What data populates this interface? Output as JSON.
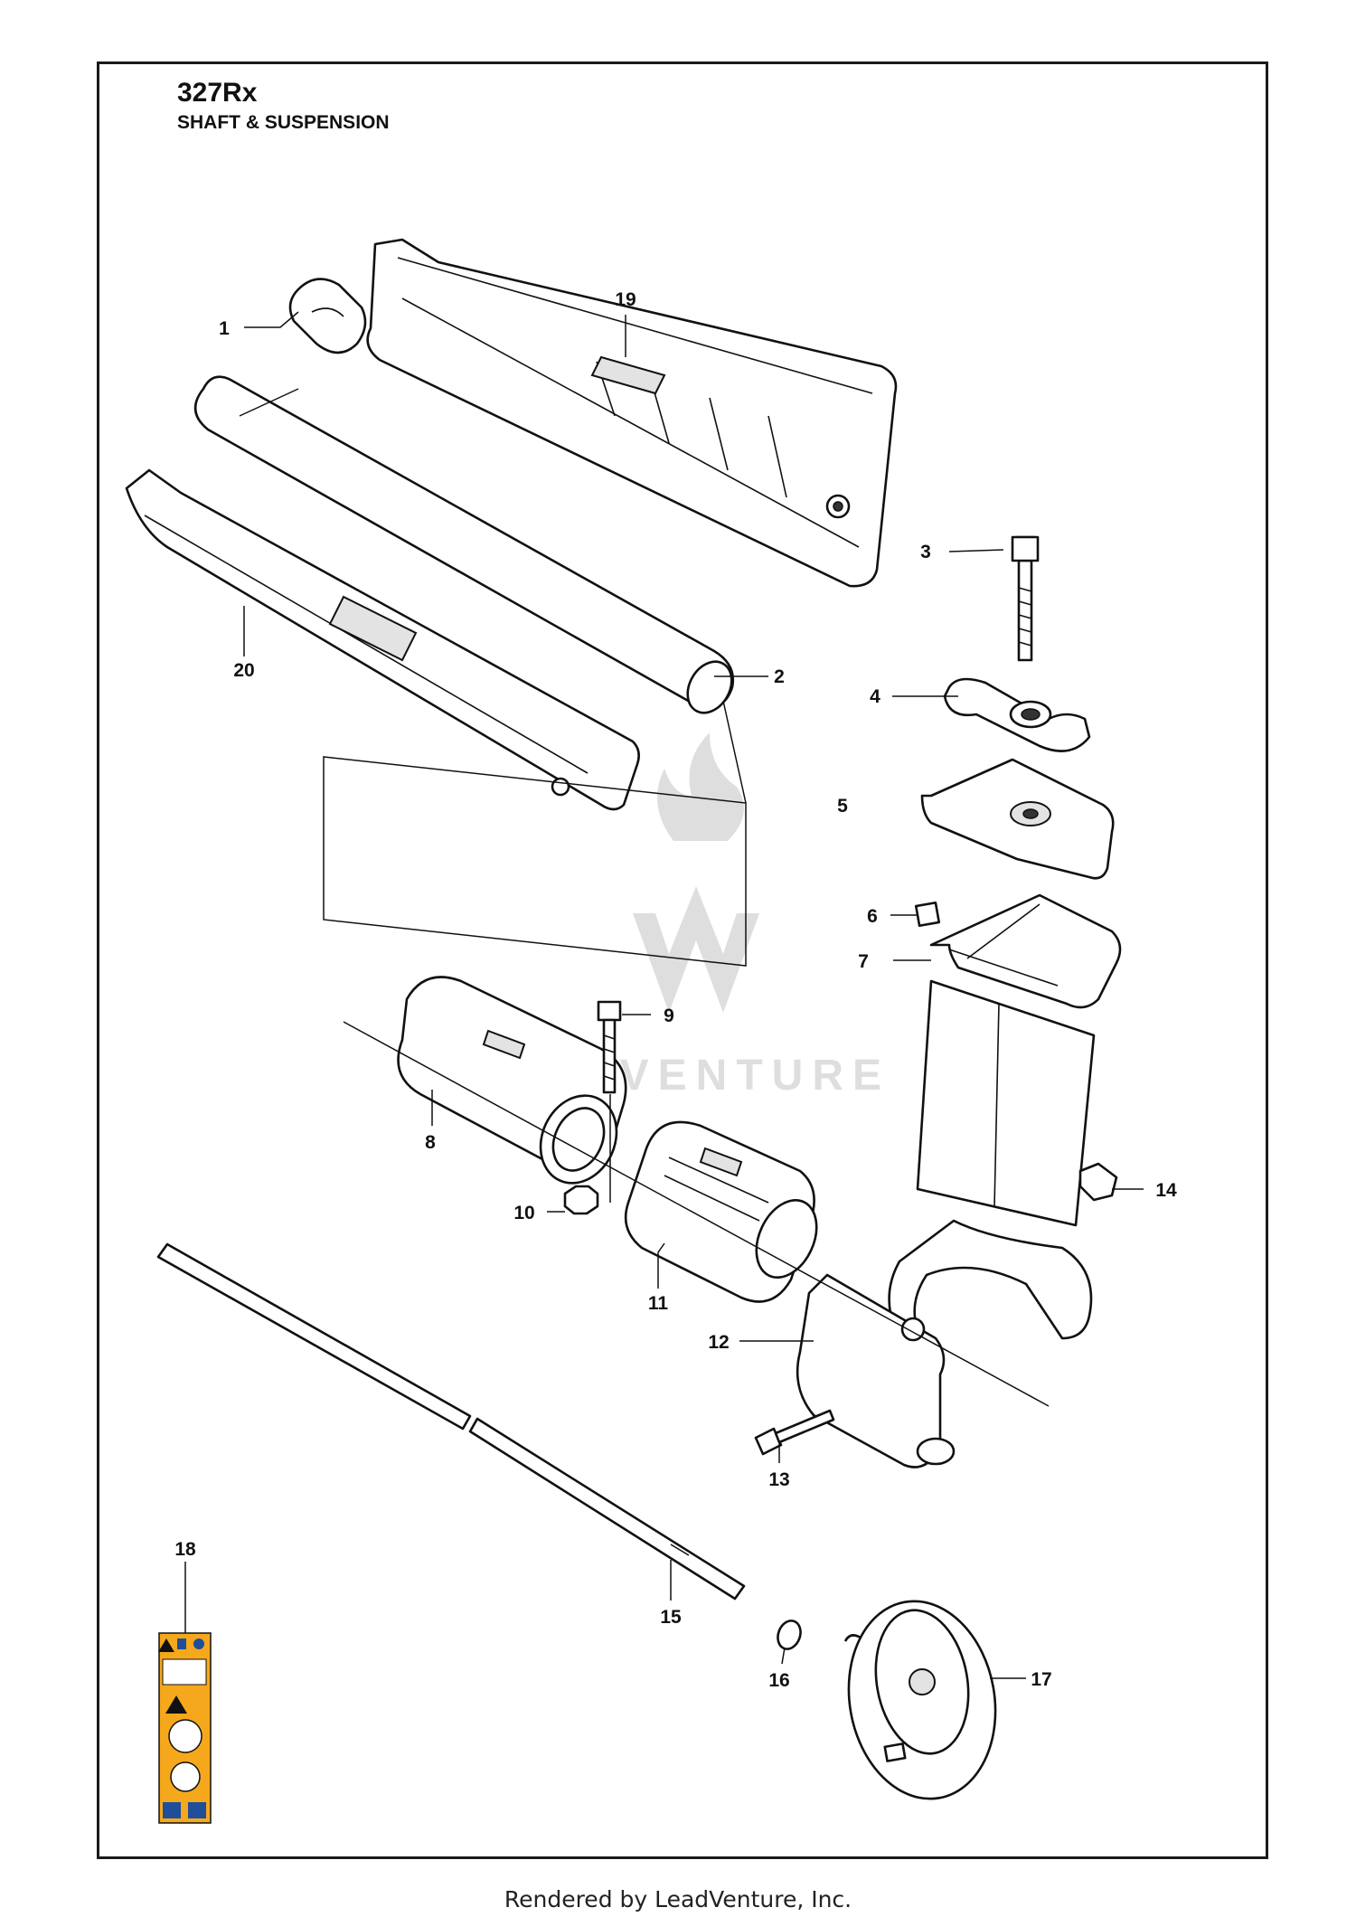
{
  "header": {
    "model": "327Rx",
    "section": "SHAFT & SUSPENSION"
  },
  "watermark": "LEADVENTURE",
  "footer": "Rendered by LeadVenture, Inc.",
  "callouts": [
    "1",
    "2",
    "3",
    "4",
    "5",
    "6",
    "7",
    "8",
    "9",
    "10",
    "11",
    "12",
    "13",
    "14",
    "15",
    "16",
    "17",
    "18",
    "19",
    "20"
  ],
  "colors": {
    "line": "#111111",
    "watermark": "#d6d6d6",
    "decal_orange": "#f6a81c",
    "decal_blue": "#1f4e9a"
  }
}
